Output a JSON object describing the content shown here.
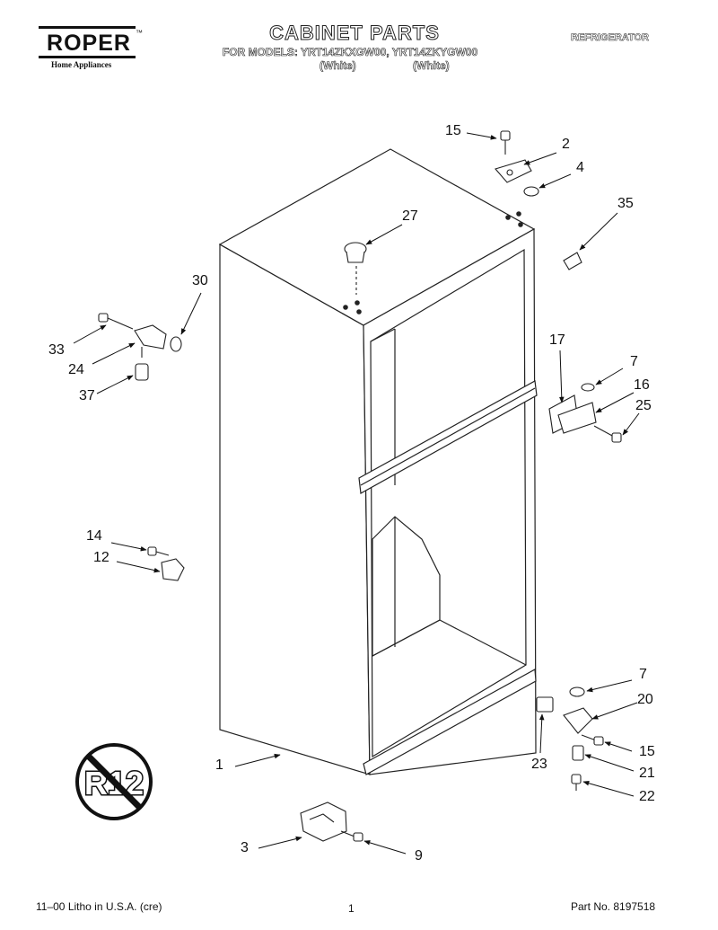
{
  "brand": {
    "name": "ROPER",
    "tm": "™",
    "tagline": "Home Appliances"
  },
  "header": {
    "title": "CABINET PARTS",
    "models_line": "FOR MODELS: YRT14ZKXGW00, YRT14ZKYGW00",
    "variant_1": "(White)",
    "variant_2": "(White)",
    "category": "REFRIGERATOR"
  },
  "callouts": {
    "c1": "1",
    "c2": "2",
    "c3": "3",
    "c4": "4",
    "c7a": "7",
    "c7b": "7",
    "c9": "9",
    "c12": "12",
    "c14": "14",
    "c15a": "15",
    "c15b": "15",
    "c16": "16",
    "c17": "17",
    "c20": "20",
    "c21": "21",
    "c22": "22",
    "c23": "23",
    "c24": "24",
    "c25": "25",
    "c27": "27",
    "c30": "30",
    "c33": "33",
    "c35": "35",
    "c37": "37"
  },
  "badge": {
    "text": "R12"
  },
  "footer": {
    "left": "11–00 Litho in U.S.A. (cre)",
    "page": "1",
    "right": "Part No. 8197518"
  }
}
